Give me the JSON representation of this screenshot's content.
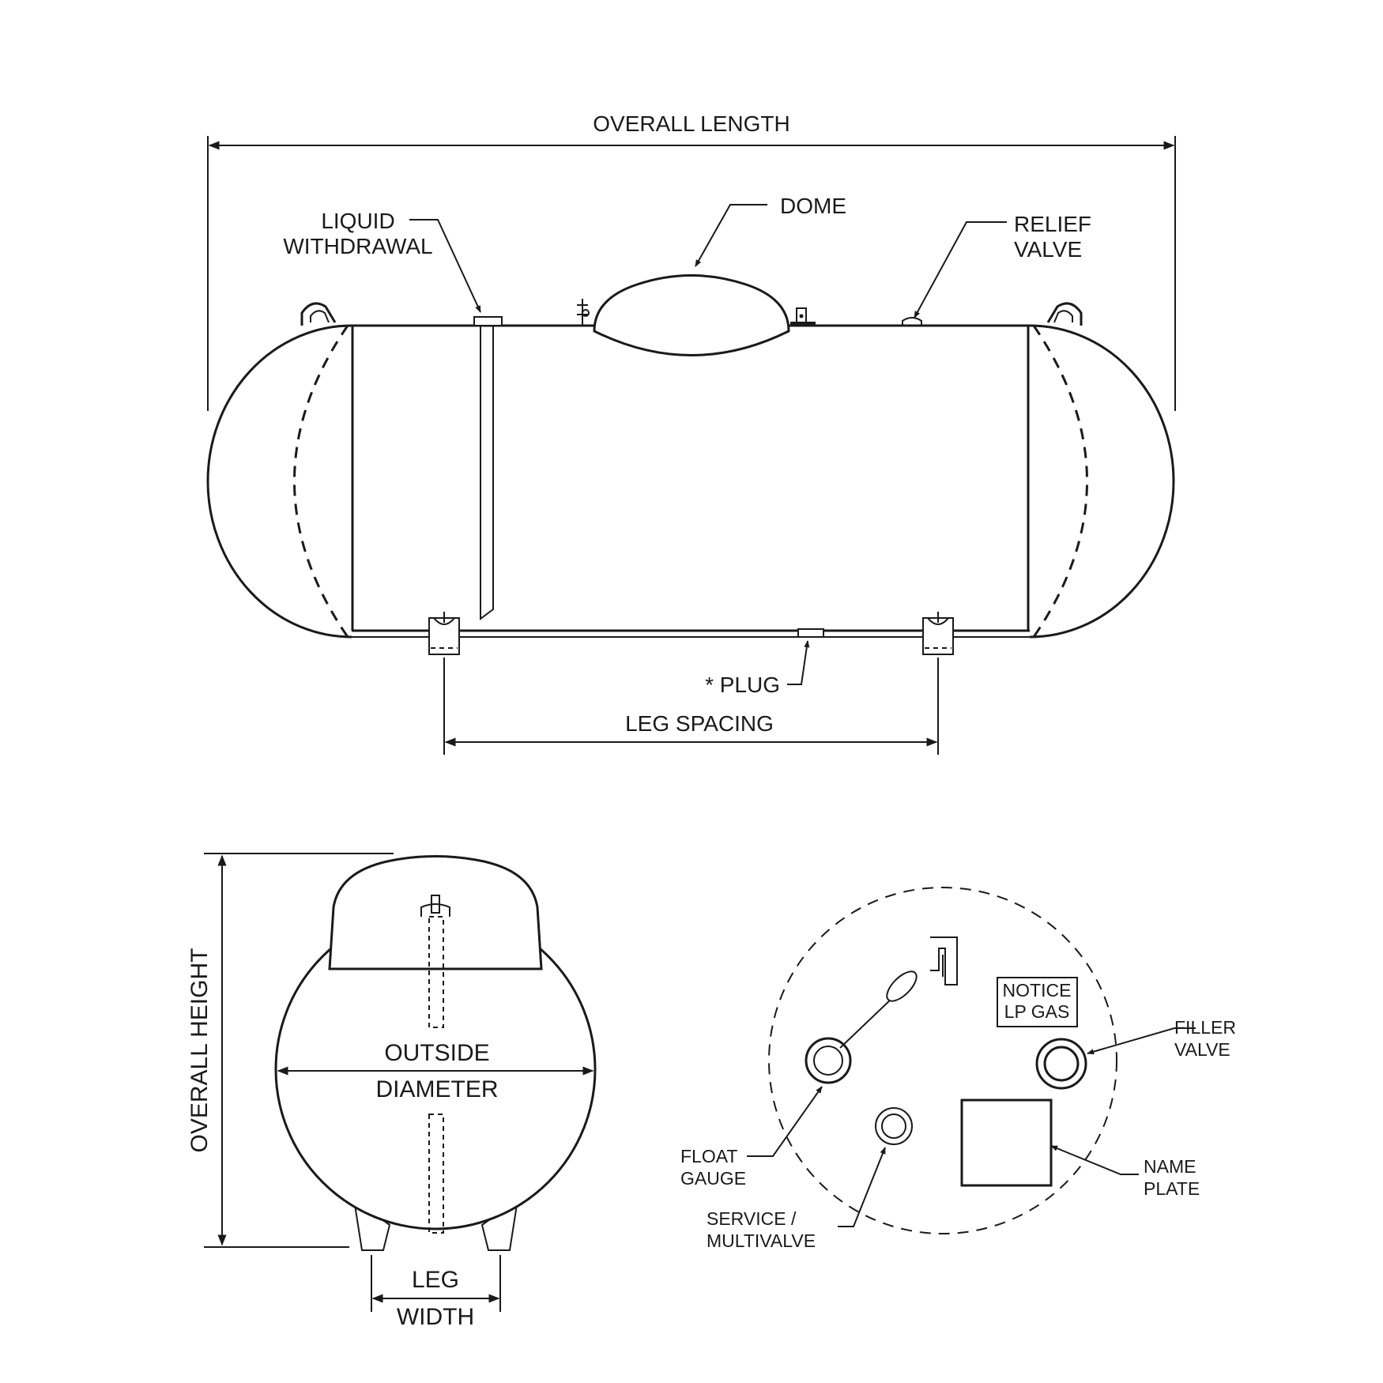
{
  "side_view": {
    "overall_length": "OVERALL LENGTH",
    "liquid_withdrawal": [
      "LIQUID",
      "WITHDRAWAL"
    ],
    "dome": "DOME",
    "relief_valve": [
      "RELIEF",
      "VALVE"
    ],
    "plug": "* PLUG",
    "leg_spacing": "LEG SPACING"
  },
  "end_view": {
    "overall_height": "OVERALL HEIGHT",
    "outside_diameter": [
      "OUTSIDE",
      "DIAMETER"
    ],
    "leg_width": [
      "LEG",
      "WIDTH"
    ]
  },
  "dome_detail": {
    "notice_sign": [
      "NOTICE",
      "LP GAS"
    ],
    "filler_valve": [
      "FILLER",
      "VALVE"
    ],
    "float_gauge": [
      "FLOAT",
      "GAUGE"
    ],
    "service_multivalve": [
      "SERVICE /",
      "MULTIVALVE"
    ],
    "name_plate": [
      "NAME",
      "PLATE"
    ]
  }
}
